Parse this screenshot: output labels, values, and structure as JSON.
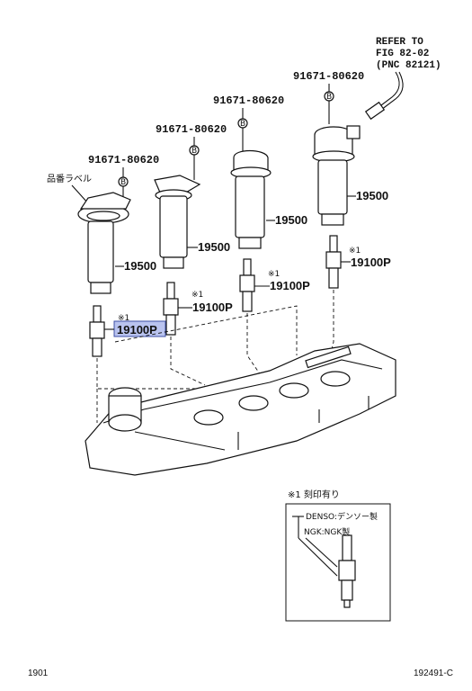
{
  "refer": {
    "line1": "REFER TO",
    "line2": "FIG 82-02",
    "line3": "(PNC 82121)"
  },
  "bolts": [
    {
      "part_no": "91671-80620",
      "marker": "B"
    },
    {
      "part_no": "91671-80620",
      "marker": "B"
    },
    {
      "part_no": "91671-80620",
      "marker": "B"
    },
    {
      "part_no": "91671-80620",
      "marker": "B"
    }
  ],
  "coils": [
    {
      "part_no": "19500"
    },
    {
      "part_no": "19500"
    },
    {
      "part_no": "19500"
    },
    {
      "part_no": "19500"
    }
  ],
  "plugs": [
    {
      "part_no": "19100P",
      "note_mark": "※1",
      "highlighted": true
    },
    {
      "part_no": "19100P",
      "note_mark": "※1",
      "highlighted": false
    },
    {
      "part_no": "19100P",
      "note_mark": "※1",
      "highlighted": false
    },
    {
      "part_no": "19100P",
      "note_mark": "※1",
      "highlighted": false
    }
  ],
  "jp_label": "品番ラベル",
  "inset": {
    "title": "※1 刻印有り",
    "denso": "DENSO:デンソー製",
    "ngk": "NGK:NGK製"
  },
  "footer": {
    "left": "1901",
    "right": "192491-C"
  },
  "colors": {
    "highlight": "#b9c3ef",
    "highlight_border": "#3d4fa6"
  }
}
